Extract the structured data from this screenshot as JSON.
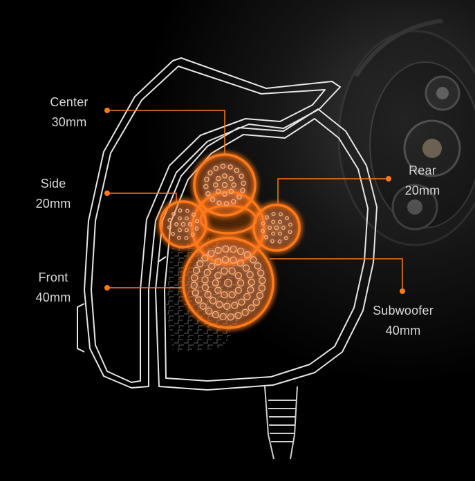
{
  "accent_color": "#ff7a1f",
  "background_color": "#000000",
  "outline_color": "#e6e6e6",
  "drivers": [
    {
      "id": "center",
      "name": "Center",
      "size": "30mm"
    },
    {
      "id": "side",
      "name": "Side",
      "size": "20mm"
    },
    {
      "id": "front",
      "name": "Front",
      "size": "40mm"
    },
    {
      "id": "rear",
      "name": "Rear",
      "size": "20mm"
    },
    {
      "id": "subwoofer",
      "name": "Subwoofer",
      "size": "40mm"
    }
  ]
}
